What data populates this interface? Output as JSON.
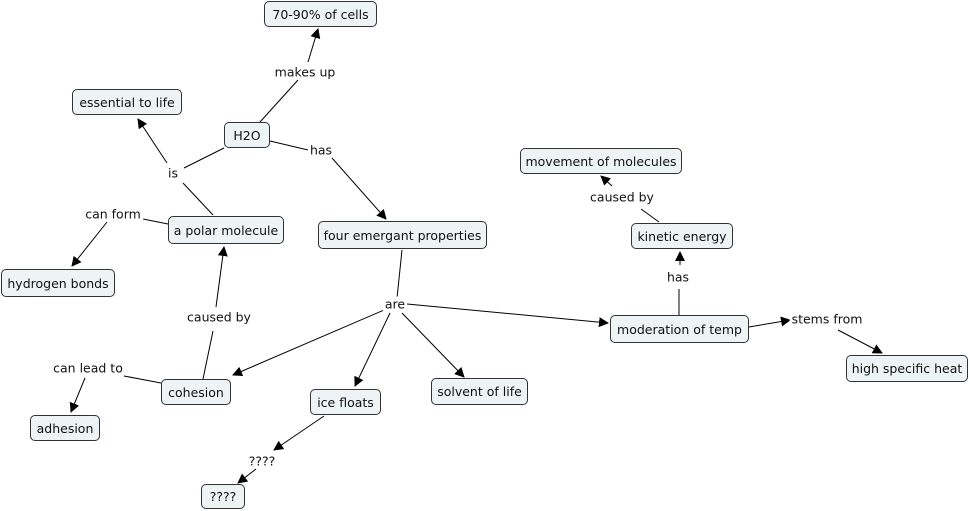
{
  "nodes": {
    "cells": "70-90% of cells",
    "h2o": "H2O",
    "essential": "essential to life",
    "movement": "movement of molecules",
    "kinetic": "kinetic energy",
    "polar": "a polar molecule",
    "four": "four emergant properties",
    "hbonds": "hydrogen bonds",
    "moderation": "moderation of temp",
    "specific_heat": "high specific heat",
    "cohesion": "cohesion",
    "solvent": "solvent of life",
    "ice": "ice floats",
    "adhesion": "adhesion",
    "unknown": "????"
  },
  "links": {
    "makes_up": "makes up",
    "is": "is",
    "has_1": "has",
    "caused_by_1": "caused by",
    "can_form": "can form",
    "caused_by_2": "caused by",
    "are": "are",
    "has_2": "has",
    "stems_from": "stems from",
    "can_lead_to": "can lead to",
    "unknown": "????"
  }
}
